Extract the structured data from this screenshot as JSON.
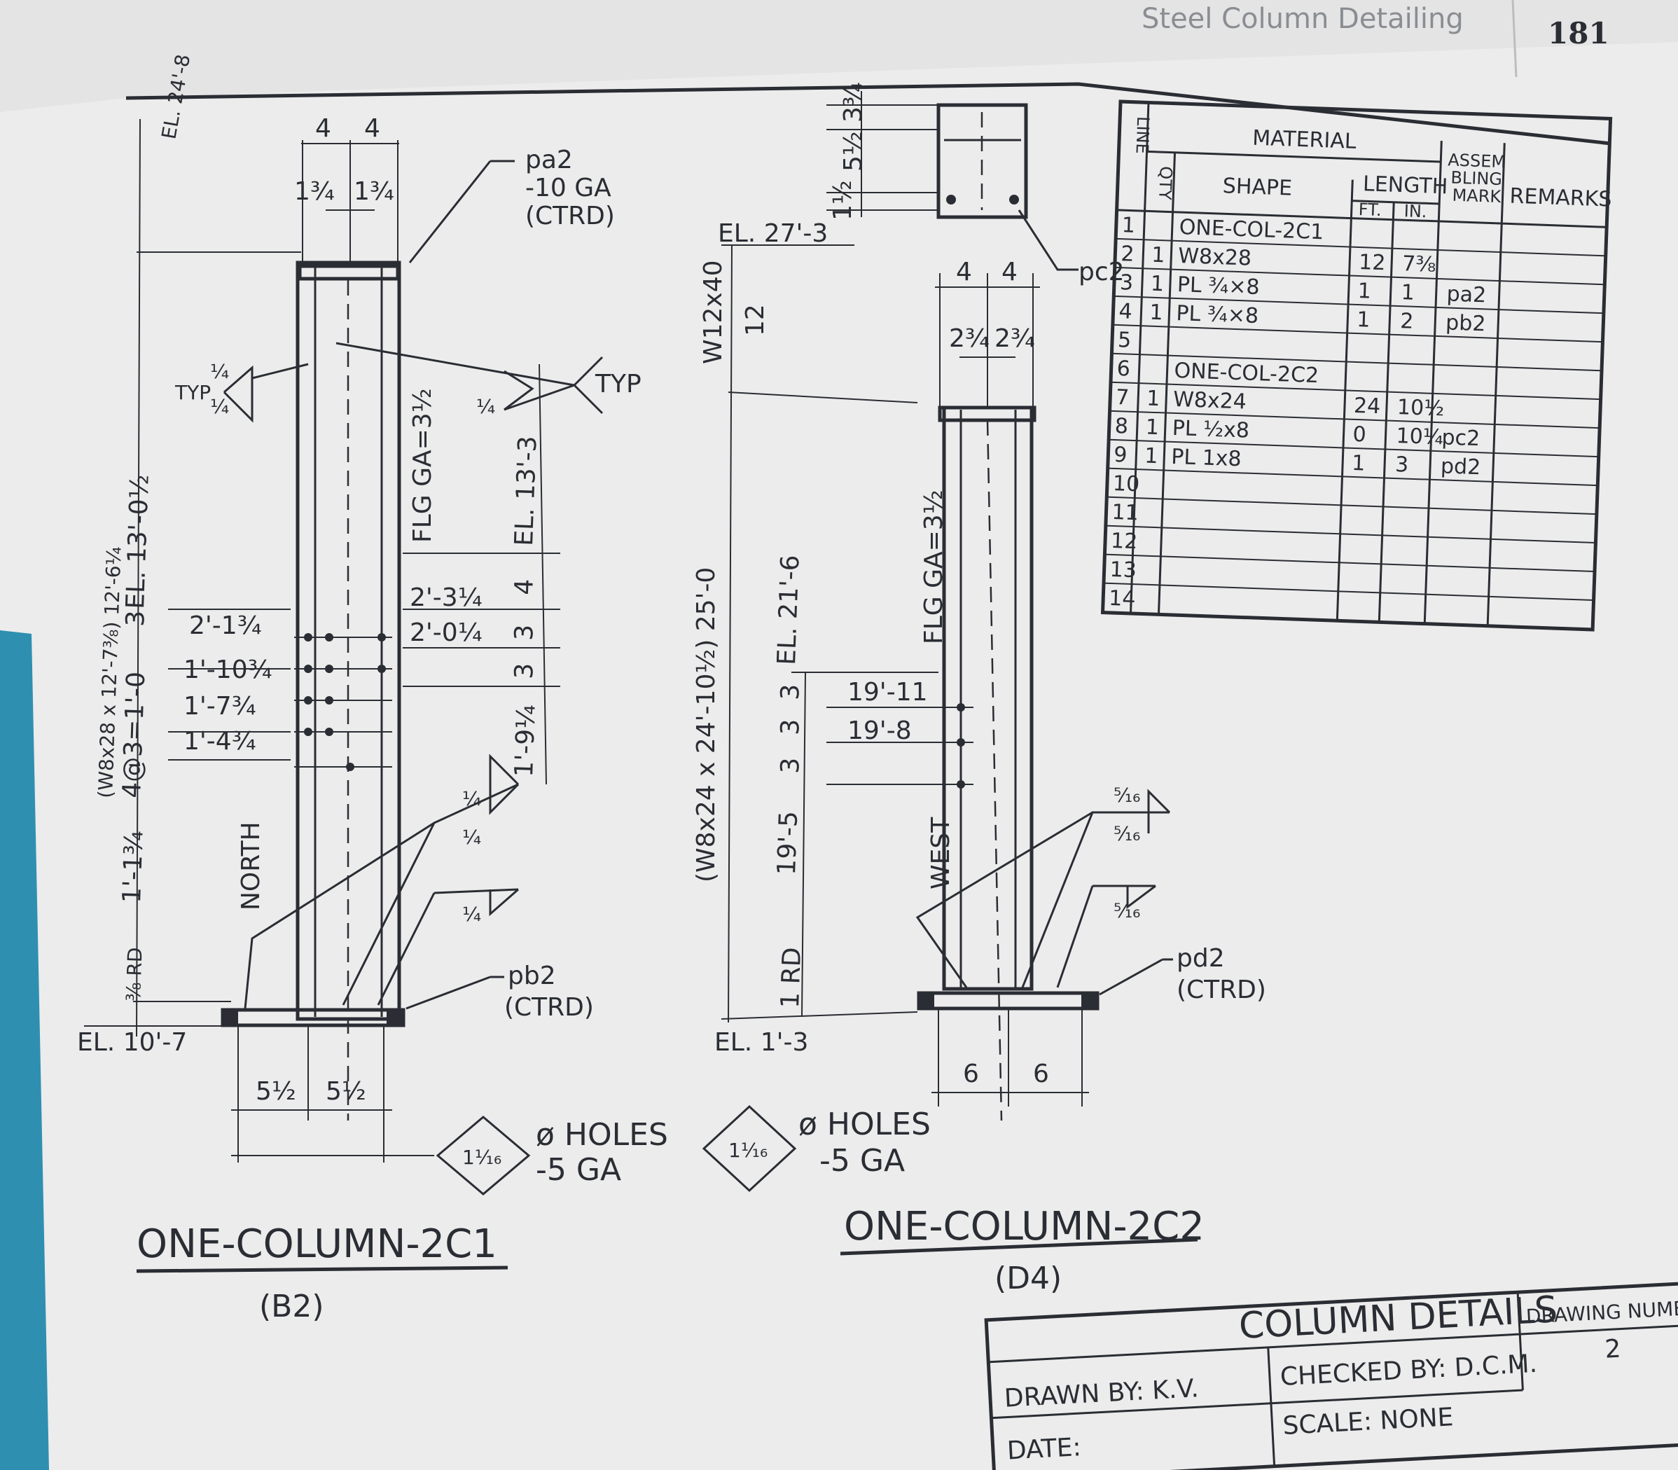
{
  "header": {
    "book_title": "Steel Column Detailing",
    "page_number": "181"
  },
  "column_2c1": {
    "title": "ONE-COLUMN-2C1",
    "grid_ref": "(B2)",
    "top_elevation": "EL. 24'-8",
    "bottom_elevation": "EL. 10'-7",
    "left_dim_string": "(W8x28 x 12'-7⅜) 12'-6¼",
    "left_dims": [
      "1'-1¾",
      "4@3=1'-0",
      "3",
      "EL. 13'-0½"
    ],
    "rd": "⅜ RD",
    "top_dims": [
      "4",
      "4",
      "1¾",
      "1¾"
    ],
    "cap_plate_callout": [
      "pa2",
      "-10 GA",
      "(CTRD)"
    ],
    "weld_typ": [
      "TYP",
      "¼",
      "¼",
      "¼",
      "TYP"
    ],
    "flg_ga": "FLG GA=3½",
    "right_dims": [
      "EL. 13'-3",
      "4",
      "3",
      "3",
      "1'-9¼"
    ],
    "hole_dims": [
      "2'-1¾",
      "1'-10¾",
      "1'-7¾",
      "1'-4¾",
      "2'-3¼",
      "2'-0¼"
    ],
    "face_label": "NORTH",
    "base_welds": [
      "¼",
      "¼",
      "¼"
    ],
    "base_plate_callout": [
      "pb2",
      "(CTRD)"
    ],
    "base_dims": [
      "5½",
      "5½"
    ],
    "holes_size": "1¹⁄₁₆",
    "holes_text": [
      "ø HOLES",
      "-5 GA"
    ]
  },
  "column_2c2": {
    "title": "ONE-COLUMN-2C2",
    "grid_ref": "(D4)",
    "top_elevation": "EL. 27'-3",
    "bottom_elevation": "EL. 1'-3",
    "shape_label": "W12x40",
    "shape_dim": "12",
    "length_string": "(W8x24 x 24'-10½) 25'-0",
    "left_dims": [
      "EL. 21'-6",
      "3",
      "3",
      "3",
      "19'-5",
      "1 RD"
    ],
    "hole_dims": [
      "19'-11",
      "19'-8"
    ],
    "cap_dims": [
      "3¾",
      "5½",
      "1½"
    ],
    "cap_plate_callout": "pc2",
    "top_dims": [
      "4",
      "4",
      "2¾",
      "2¾"
    ],
    "flg_ga": "FLG GA=3½",
    "face_label": "WEST",
    "base_welds": [
      "⁵⁄₁₆",
      "⁵⁄₁₆",
      "⁵⁄₁₆"
    ],
    "base_plate_callout": [
      "pd2",
      "(CTRD)"
    ],
    "base_dims": [
      "6",
      "6"
    ],
    "holes_size": "1¹⁄₁₆",
    "holes_text": [
      "ø HOLES",
      "-5 GA"
    ]
  },
  "material_table": {
    "title": "MATERIAL",
    "headers": {
      "line": "LINE",
      "qty": "QTY",
      "shape": "SHAPE",
      "length": "LENGTH",
      "ft": "FT.",
      "in": "IN.",
      "assembling_mark": [
        "ASSEM",
        "BLING",
        "MARK"
      ],
      "remarks": "REMARKS"
    },
    "rows": [
      {
        "line": "1",
        "qty": "",
        "shape": "ONE-COL-2C1",
        "ft": "",
        "in": "",
        "mark": ""
      },
      {
        "line": "2",
        "qty": "1",
        "shape": "W8x28",
        "ft": "12",
        "in": "7⅜",
        "mark": ""
      },
      {
        "line": "3",
        "qty": "1",
        "shape": "PL ¾×8",
        "ft": "1",
        "in": "1",
        "mark": "pa2"
      },
      {
        "line": "4",
        "qty": "1",
        "shape": "PL ¾×8",
        "ft": "1",
        "in": "2",
        "mark": "pb2"
      },
      {
        "line": "5",
        "qty": "",
        "shape": "",
        "ft": "",
        "in": "",
        "mark": ""
      },
      {
        "line": "6",
        "qty": "",
        "shape": "ONE-COL-2C2",
        "ft": "",
        "in": "",
        "mark": ""
      },
      {
        "line": "7",
        "qty": "1",
        "shape": "W8x24",
        "ft": "24",
        "in": "10½",
        "mark": ""
      },
      {
        "line": "8",
        "qty": "1",
        "shape": "PL ½x8",
        "ft": "0",
        "in": "10¼",
        "mark": "pc2"
      },
      {
        "line": "9",
        "qty": "1",
        "shape": "PL 1x8",
        "ft": "1",
        "in": "3",
        "mark": "pd2"
      },
      {
        "line": "10",
        "qty": "",
        "shape": "",
        "ft": "",
        "in": "",
        "mark": ""
      },
      {
        "line": "11",
        "qty": "",
        "shape": "",
        "ft": "",
        "in": "",
        "mark": ""
      },
      {
        "line": "12",
        "qty": "",
        "shape": "",
        "ft": "",
        "in": "",
        "mark": ""
      },
      {
        "line": "13",
        "qty": "",
        "shape": "",
        "ft": "",
        "in": "",
        "mark": ""
      },
      {
        "line": "14",
        "qty": "",
        "shape": "",
        "ft": "",
        "in": "",
        "mark": ""
      }
    ]
  },
  "title_block": {
    "title": "COLUMN DETAILS",
    "drawn_by": "DRAWN BY: K.V.",
    "checked_by": "CHECKED BY: D.C.M.",
    "scale": "SCALE: NONE",
    "date": "DATE:",
    "drawing_number_label": "DRAWING NUMB",
    "drawing_number": "2"
  },
  "colors": {
    "paper": "#ececec",
    "ink": "#2a2d33",
    "spine": "#2f8fb1",
    "background": "#c9ced3"
  }
}
